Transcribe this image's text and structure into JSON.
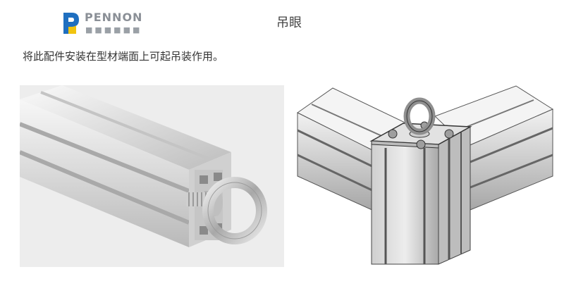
{
  "header": {
    "logo": {
      "wordmark": "PENNON",
      "tagline": "■■■■■■",
      "icon": "pennon-logo-icon",
      "colors": {
        "blue": "#1f6fc0",
        "yellow": "#f1c40f",
        "gray": "#8a8f96"
      }
    },
    "title": "吊眼"
  },
  "content": {
    "description": "将此配件安装在型材端面上可起吊装作用。",
    "images": [
      {
        "name": "eye-bolt-photo"
      },
      {
        "name": "eye-bolt-drawing"
      }
    ]
  }
}
